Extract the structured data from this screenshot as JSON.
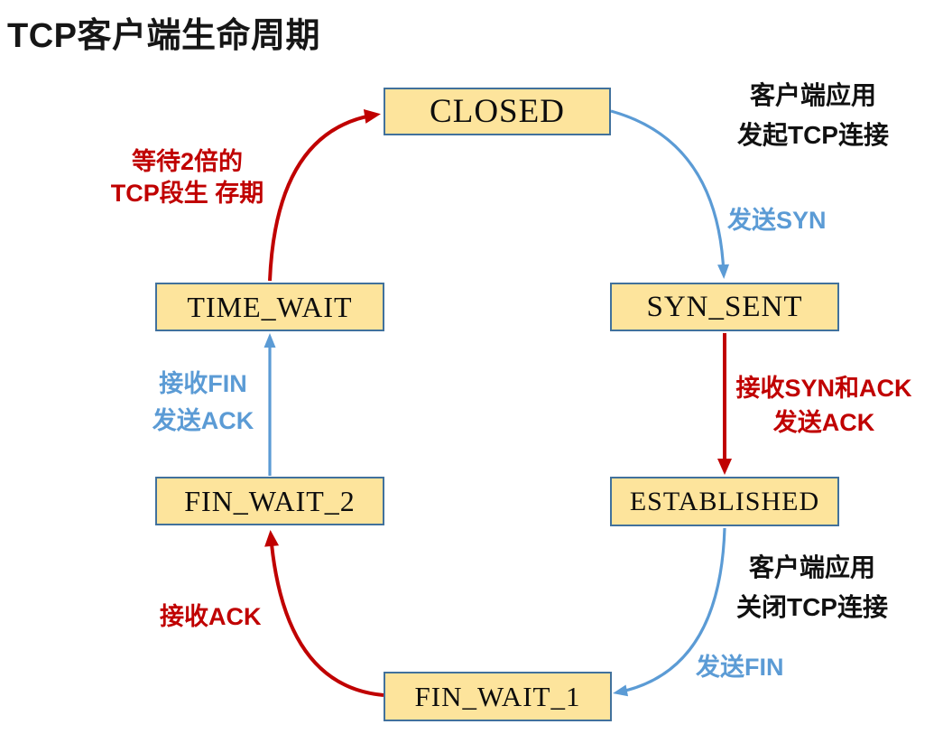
{
  "title": "TCP客户端生命周期",
  "colors": {
    "state_fill": "#FDE49C",
    "state_border": "#41719C",
    "arrow_red": "#C00000",
    "arrow_blue": "#5B9BD5",
    "note_text": "#111111",
    "background": "#FFFFFF"
  },
  "states": [
    {
      "label": "CLOSED"
    },
    {
      "label": "SYN_SENT"
    },
    {
      "label": "ESTABLISHED"
    },
    {
      "label": "FIN_WAIT_1"
    },
    {
      "label": "FIN_WAIT_2"
    },
    {
      "label": "TIME_WAIT"
    }
  ],
  "transitions": [
    {
      "from": "CLOSED",
      "to": "SYN_SENT",
      "color": "#5B9BD5",
      "action": "发送SYN"
    },
    {
      "from": "SYN_SENT",
      "to": "ESTABLISHED",
      "color": "#C00000",
      "action_line1": "接收SYN和ACK",
      "action_line2": "发送ACK"
    },
    {
      "from": "ESTABLISHED",
      "to": "FIN_WAIT_1",
      "color": "#5B9BD5",
      "action": "发送FIN"
    },
    {
      "from": "FIN_WAIT_1",
      "to": "FIN_WAIT_2",
      "color": "#C00000",
      "action": "接收ACK"
    },
    {
      "from": "FIN_WAIT_2",
      "to": "TIME_WAIT",
      "color": "#5B9BD5",
      "action_line1": "接收FIN",
      "action_line2": "发送ACK"
    },
    {
      "from": "TIME_WAIT",
      "to": "CLOSED",
      "color": "#C00000",
      "action_line1": "等待2倍的",
      "action_line2": "TCP段生 存期"
    }
  ],
  "notes": [
    {
      "line1": "客户端应用",
      "line2": "发起TCP连接"
    },
    {
      "line1": "客户端应用",
      "line2": "关闭TCP连接"
    }
  ]
}
